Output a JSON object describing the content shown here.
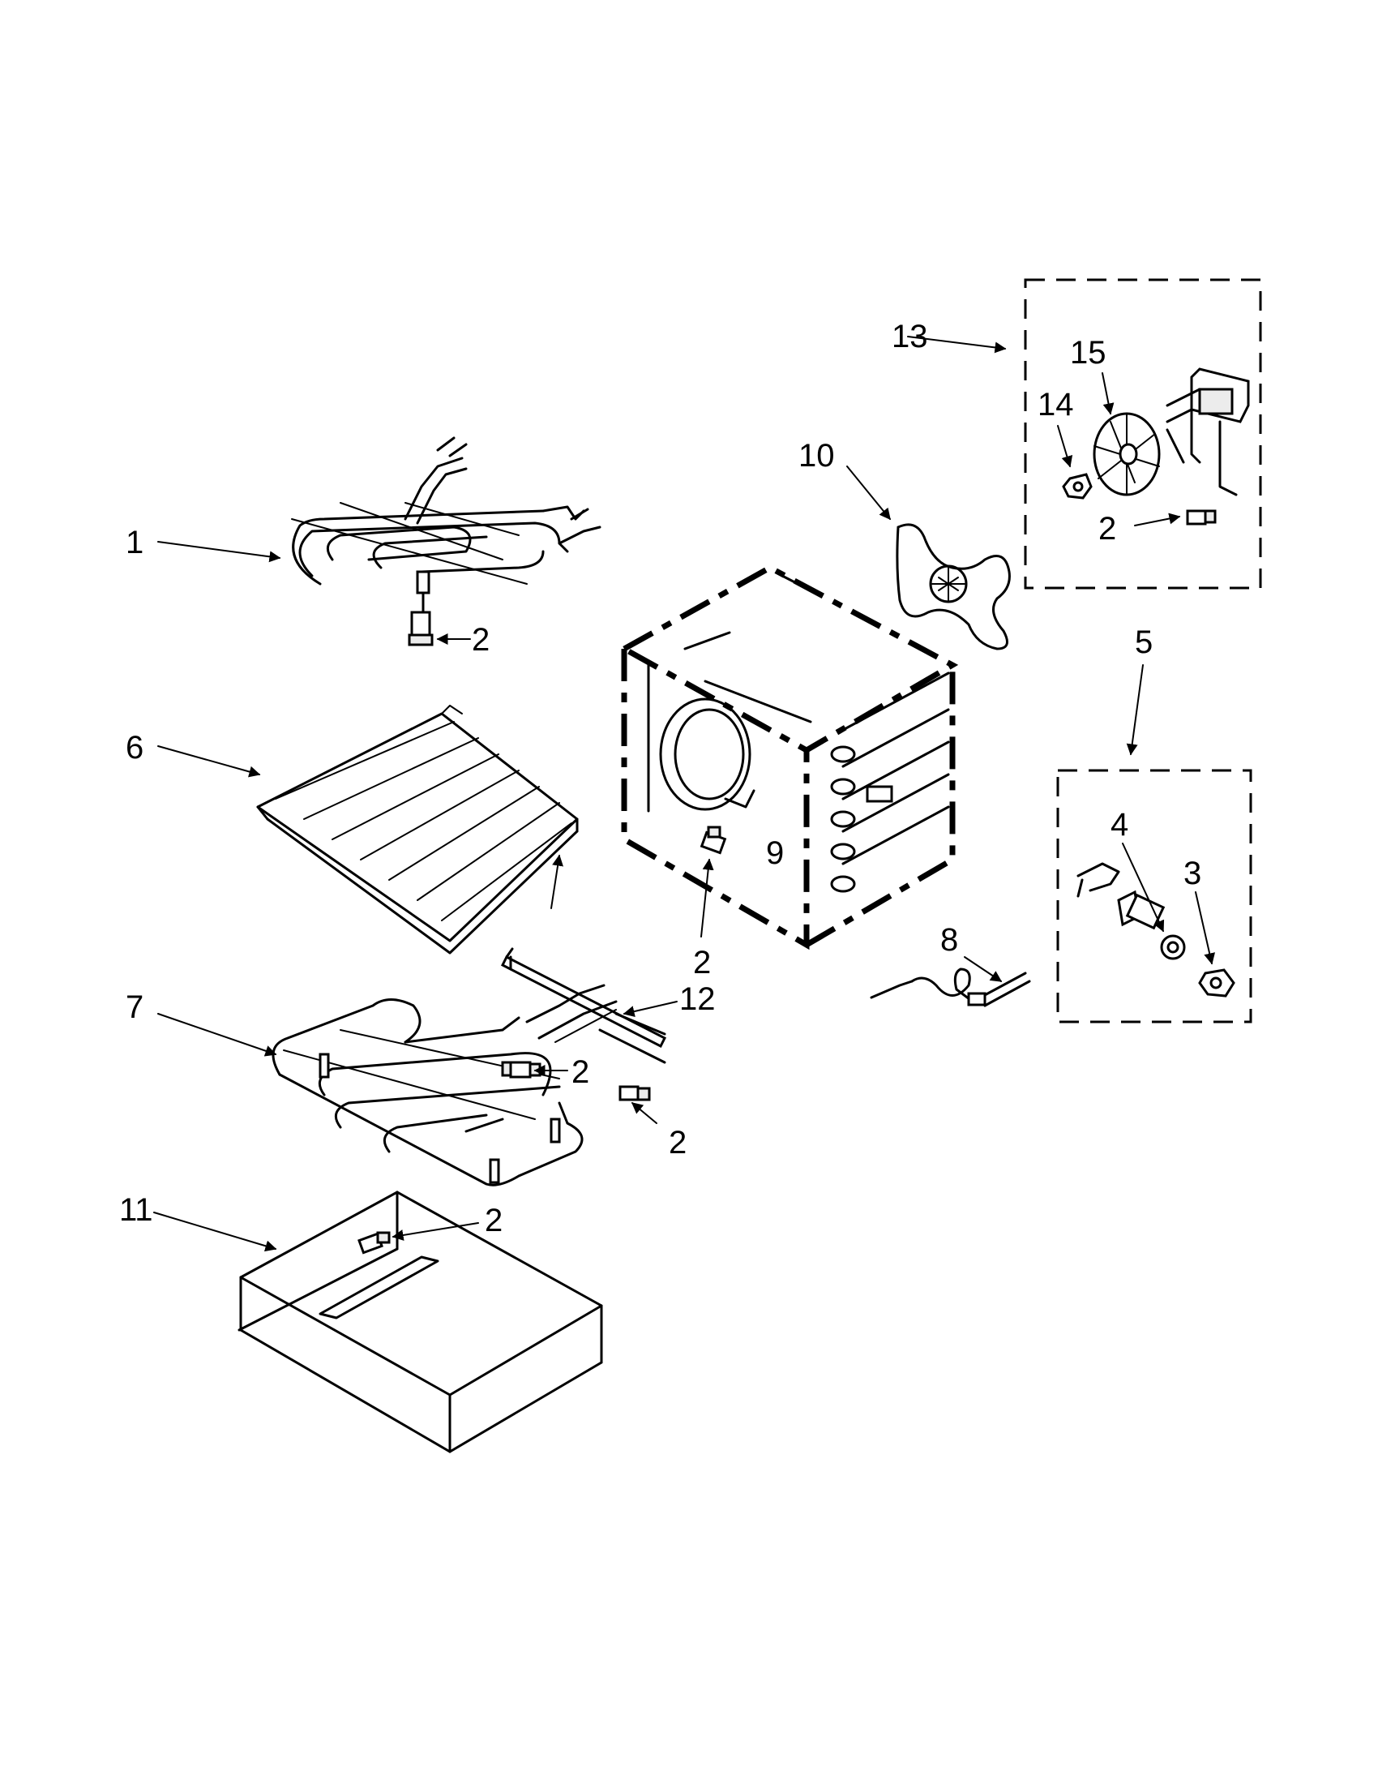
{
  "callouts": {
    "c1": "1",
    "c2_a": "2",
    "c2_b": "2",
    "c2_c": "2",
    "c2_d": "2",
    "c2_e": "2",
    "c2_f": "2",
    "c3": "3",
    "c4": "4",
    "c5": "5",
    "c6": "6",
    "c7": "7",
    "c8": "8",
    "c9": "9",
    "c10": "10",
    "c11": "11",
    "c12": "12",
    "c13": "13",
    "c14": "14",
    "c15": "15"
  }
}
